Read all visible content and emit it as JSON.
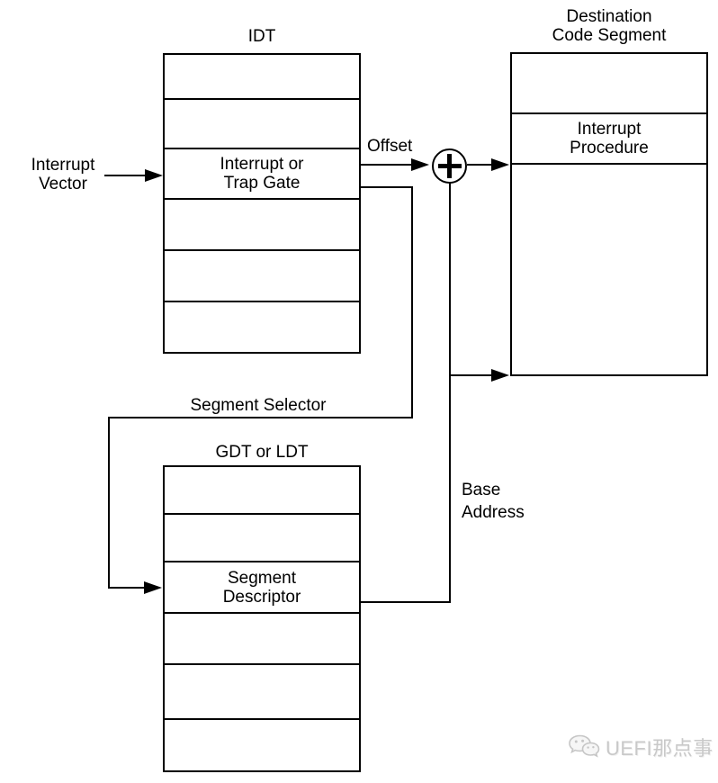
{
  "diagram": {
    "idt": {
      "title": "IDT",
      "gate_line1": "Interrupt or",
      "gate_line2": "Trap Gate"
    },
    "dest": {
      "title_line1": "Destination",
      "title_line2": "Code Segment",
      "proc_line1": "Interrupt",
      "proc_line2": "Procedure"
    },
    "gdt": {
      "title": "GDT or LDT",
      "desc_line1": "Segment",
      "desc_line2": "Descriptor"
    },
    "labels": {
      "interrupt_vector_line1": "Interrupt",
      "interrupt_vector_line2": "Vector",
      "offset": "Offset",
      "segment_selector": "Segment Selector",
      "base_line1": "Base",
      "base_line2": "Address"
    },
    "colors": {
      "line": "#000000",
      "background": "#ffffff",
      "watermark_text": "#c9c9c9"
    }
  },
  "watermark": {
    "label": "UEFI那点事",
    "icon": "wechat-icon"
  }
}
